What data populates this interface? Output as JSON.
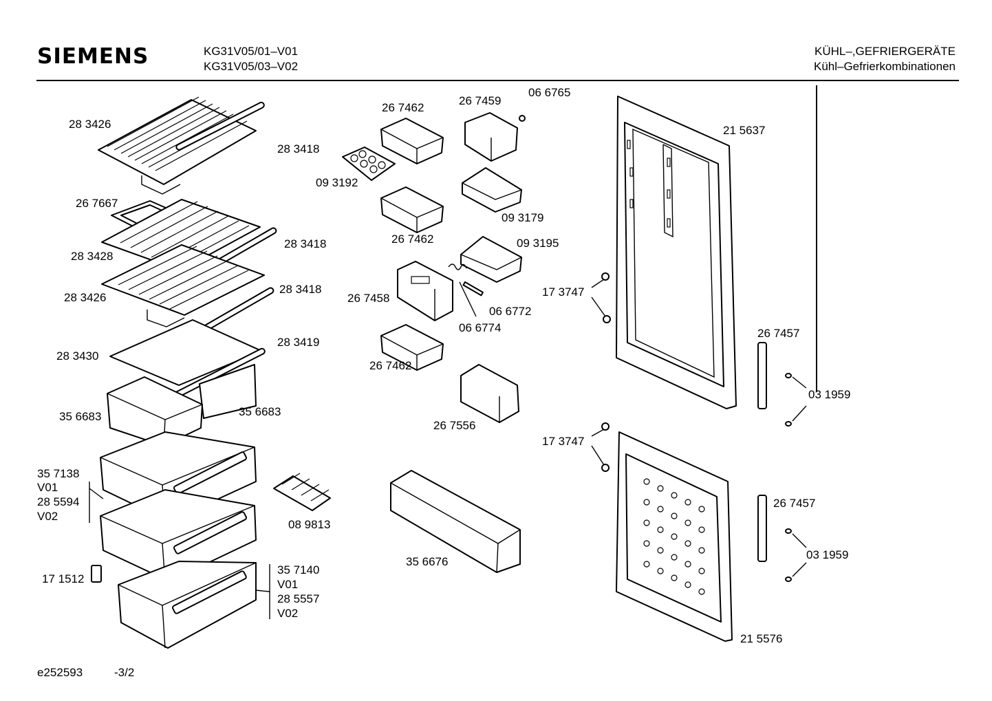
{
  "header": {
    "brand": "SIEMENS",
    "models": [
      "KG31V05/01–V01",
      "KG31V05/03–V02"
    ],
    "category": [
      "KÜHL–,GEFRIERGERÄTE",
      "Kühl–Gefrierkombinationen"
    ]
  },
  "footer": {
    "diagram_id": "e252593",
    "page": "-3/2"
  },
  "part_labels": {
    "p283426a": "28 3426",
    "p283418a": "28 3418",
    "p267667": "26 7667",
    "p283418b": "28 3418",
    "p283428": "28 3428",
    "p283418c": "28 3418",
    "p283426b": "28 3426",
    "p283419": "28 3419",
    "p283430": "28 3430",
    "p356683a": "35 6683",
    "p356683b": "35 6683",
    "p357138": "35 7138",
    "v01a": "V01",
    "p285594": "28 5594",
    "v02a": "V02",
    "p171512": "17 1512",
    "p357140": "35 7140",
    "v01b": "V01",
    "p285557": "28 5557",
    "v02b": "V02",
    "p089813": "08 9813",
    "p267462a": "26 7462",
    "p267459": "26 7459",
    "p066765": "06 6765",
    "p093192": "09 3192",
    "p093179": "09 3179",
    "p267462b": "26 7462",
    "p093195": "09 3195",
    "p267458": "26 7458",
    "p066772": "06 6772",
    "p066774": "06 6774",
    "p267462c": "26 7462",
    "p267556": "26 7556",
    "p356676": "35 6676",
    "p215637": "21 5637",
    "p173747a": "17 3747",
    "p267457a": "26 7457",
    "p031959a": "03 1959",
    "p173747b": "17 3747",
    "p267457b": "26 7457",
    "p031959b": "03 1959",
    "p215576": "21 5576"
  }
}
